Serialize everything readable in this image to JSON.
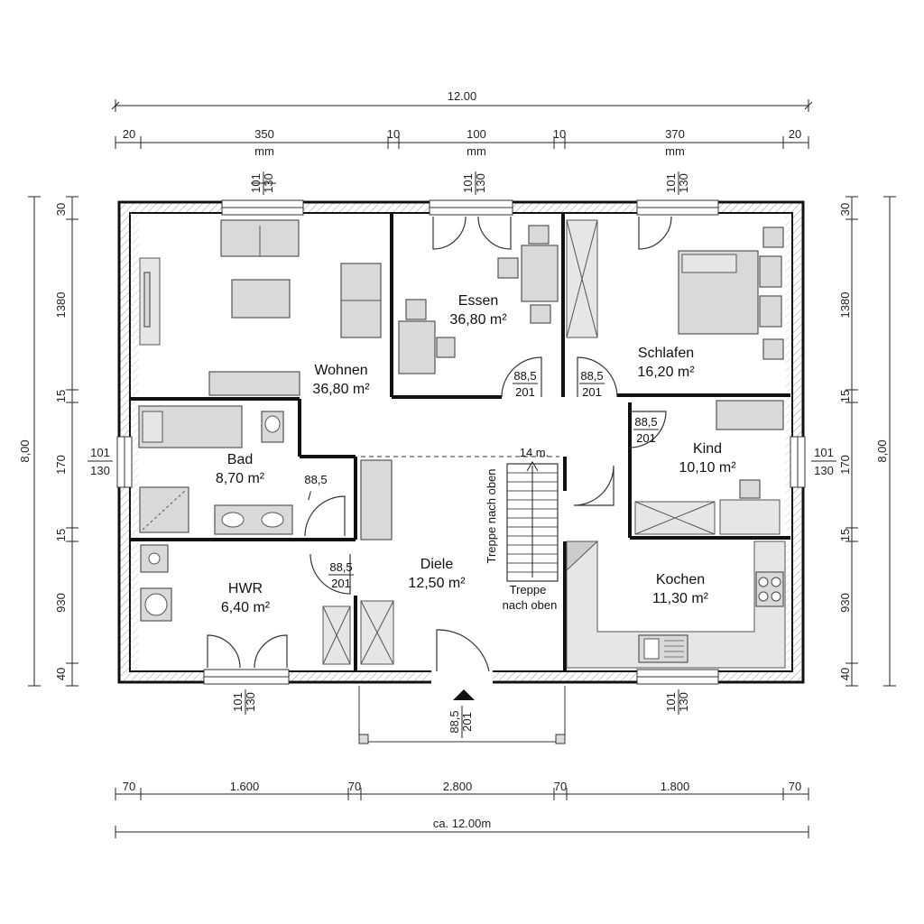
{
  "dimensions": {
    "top_total": "12.00",
    "top_segments": [
      "20",
      "350",
      "10",
      "100",
      "10",
      "370",
      "20"
    ],
    "top_units": [
      "mm",
      "mm",
      "mm"
    ],
    "bottom_segments": [
      "70",
      "1.600",
      "70",
      "2.800",
      "70",
      "1.800",
      "70"
    ],
    "bottom_total": "ca. 12.00m",
    "left_total": "8,00",
    "right_total": "8,00",
    "side_segments": [
      "30",
      "1380",
      "15",
      "170",
      "15",
      "930",
      "40"
    ]
  },
  "windows": {
    "top_left": [
      "101",
      "130"
    ],
    "top_mid": [
      "101",
      "130"
    ],
    "top_right": [
      "101",
      "130"
    ],
    "left": [
      "101",
      "130"
    ],
    "right": [
      "101",
      "130"
    ],
    "bottom_left": [
      "101",
      "130"
    ],
    "bottom_right": [
      "101",
      "130"
    ]
  },
  "entrance": [
    "88,5",
    "201"
  ],
  "doors": {
    "essen": [
      "88,5",
      "201"
    ],
    "schlafen": [
      "88,5",
      "201"
    ],
    "kind": [
      "88,5",
      "201"
    ],
    "bad": [
      "88,5",
      "/"
    ],
    "hwr": [
      "88,5",
      "201"
    ]
  },
  "rooms": {
    "wohnen": {
      "name": "Wohnen",
      "area": "36,80 m²"
    },
    "essen": {
      "name": "Essen",
      "area": "36,80 m²"
    },
    "schlafen": {
      "name": "Schlafen",
      "area": "16,20 m²"
    },
    "bad": {
      "name": "Bad",
      "area": "8,70 m²"
    },
    "kind": {
      "name": "Kind",
      "area": "10,10 m²"
    },
    "hwr": {
      "name": "HWR",
      "area": "6,40 m²"
    },
    "diele": {
      "name": "Diele",
      "area": "12,50 m²"
    },
    "kochen": {
      "name": "Kochen",
      "area": "11,30 m²"
    }
  },
  "stairs": {
    "steps_label": "14 m.",
    "vertical_label": "Treppe nach oben",
    "label_line1": "Treppe",
    "label_line2": "nach oben"
  }
}
